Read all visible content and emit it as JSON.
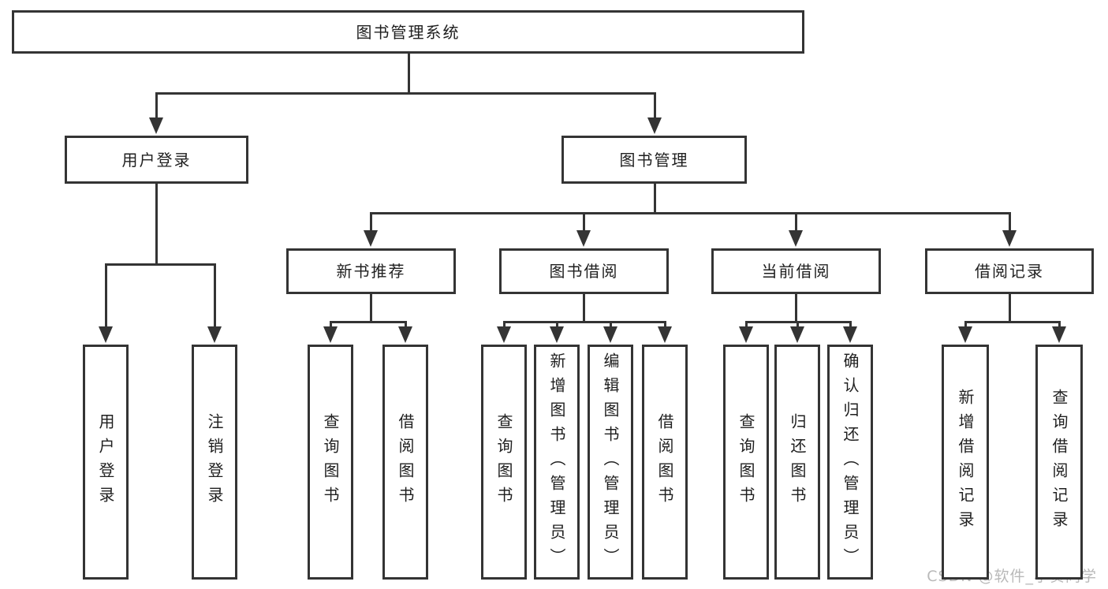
{
  "diagram": {
    "title": "图书管理系统",
    "nodes": [
      {
        "id": "root",
        "label": "图书管理系统",
        "orient": "h"
      },
      {
        "id": "user-login",
        "label": "用户登录",
        "orient": "h"
      },
      {
        "id": "book-mgmt",
        "label": "图书管理",
        "orient": "h"
      },
      {
        "id": "new-book-rec",
        "label": "新书推荐",
        "orient": "h"
      },
      {
        "id": "book-borrow",
        "label": "图书借阅",
        "orient": "h"
      },
      {
        "id": "current-borrow",
        "label": "当前借阅",
        "orient": "h"
      },
      {
        "id": "borrow-records",
        "label": "借阅记录",
        "orient": "h"
      },
      {
        "id": "leaf-user-login",
        "label": "用户登录",
        "orient": "v"
      },
      {
        "id": "leaf-logout",
        "label": "注销登录",
        "orient": "v"
      },
      {
        "id": "leaf-query-book-1",
        "label": "查询图书",
        "orient": "v"
      },
      {
        "id": "leaf-borrow-book-1",
        "label": "借阅图书",
        "orient": "v"
      },
      {
        "id": "leaf-query-book-2",
        "label": "查询图书",
        "orient": "v"
      },
      {
        "id": "leaf-add-book",
        "label": "新增图书（管理员）",
        "orient": "v"
      },
      {
        "id": "leaf-edit-book",
        "label": "编辑图书（管理员）",
        "orient": "v"
      },
      {
        "id": "leaf-borrow-book-2",
        "label": "借阅图书",
        "orient": "v"
      },
      {
        "id": "leaf-query-book-3",
        "label": "查询图书",
        "orient": "v"
      },
      {
        "id": "leaf-return-book",
        "label": "归还图书",
        "orient": "v"
      },
      {
        "id": "leaf-confirm-return",
        "label": "确认归还（管理员）",
        "orient": "v"
      },
      {
        "id": "leaf-add-borrow-record",
        "label": "新增借阅记录",
        "orient": "v"
      },
      {
        "id": "leaf-query-borrow-record",
        "label": "查询借阅记录",
        "orient": "v"
      }
    ],
    "hierarchy": {
      "图书管理系统": {
        "用户登录": [
          "用户登录",
          "注销登录"
        ],
        "图书管理": {
          "新书推荐": [
            "查询图书",
            "借阅图书"
          ],
          "图书借阅": [
            "查询图书",
            "新增图书（管理员）",
            "编辑图书（管理员）",
            "借阅图书"
          ],
          "当前借阅": [
            "查询图书",
            "归还图书",
            "确认归还（管理员）"
          ],
          "借阅记录": [
            "新增借阅记录",
            "查询借阅记录"
          ]
        }
      }
    }
  },
  "watermark": {
    "text": "CSDN @软件_小贺同学"
  },
  "colors": {
    "line": "#343434",
    "text": "#1f1f1f",
    "background": "#ffffff",
    "watermark": "#b9b9b9"
  }
}
